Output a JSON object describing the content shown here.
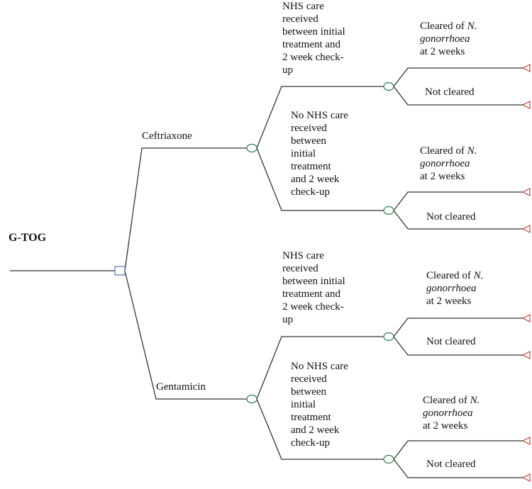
{
  "root": {
    "label": "G-TOG"
  },
  "treatments": [
    {
      "label": "Ceftriaxone",
      "branches": [
        {
          "label_lines": [
            "NHS care",
            "received",
            "between initial",
            "treatment and",
            "2 week check-",
            "up"
          ],
          "outcomes": {
            "cleared": {
              "prefix": "Cleared of",
              "organism_line1": "N.",
              "organism_line2": "gonorrhoea",
              "suffix": "at 2 weeks"
            },
            "not_cleared": "Not cleared"
          }
        },
        {
          "label_lines": [
            "No NHS care",
            "received",
            "between",
            "initial",
            "treatment",
            "and 2 week",
            "check-up"
          ],
          "outcomes": {
            "cleared": {
              "prefix": "Cleared of",
              "organism_line1": "N.",
              "organism_line2": "gonorrhoea",
              "suffix": "at 2 weeks"
            },
            "not_cleared": "Not cleared"
          }
        }
      ]
    },
    {
      "label": "Gentamicin",
      "branches": [
        {
          "label_lines": [
            "NHS care",
            "received",
            "between initial",
            "treatment and",
            "2 week check-",
            "up"
          ],
          "outcomes": {
            "cleared": {
              "prefix": "Cleared of",
              "organism_line1": "N.",
              "organism_line2": "gonorrhoea",
              "suffix": "at 2 weeks"
            },
            "not_cleared": "Not cleared"
          }
        },
        {
          "label_lines": [
            "No NHS care",
            "received",
            "between",
            "initial",
            "treatment",
            "and 2 week",
            "check-up"
          ],
          "outcomes": {
            "cleared": {
              "prefix": "Cleared of",
              "organism_line1": "N.",
              "organism_line2": "gonorrhoea",
              "suffix": "at 2 weeks"
            },
            "not_cleared": "Not cleared"
          }
        }
      ]
    }
  ],
  "colors": {
    "line": "#333333",
    "chance_node": "#2e7d4f",
    "terminal_node": "#c0392b",
    "decision_node": "#5a7ab8"
  }
}
